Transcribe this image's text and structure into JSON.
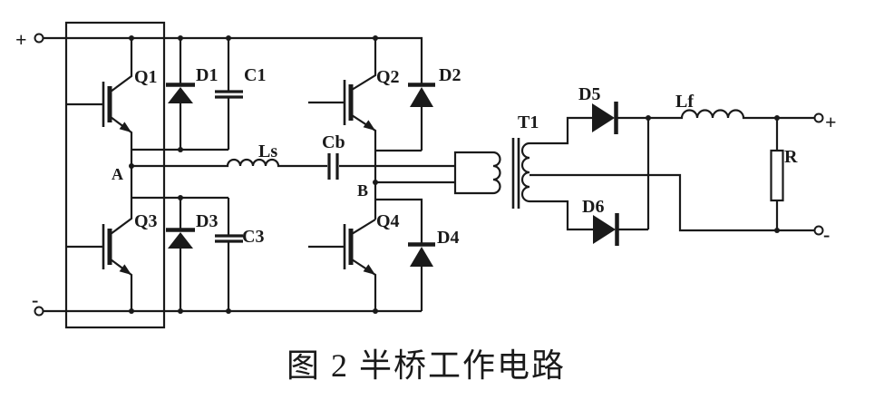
{
  "figure": {
    "type": "circuit-diagram",
    "caption": "图 2  半桥工作电路",
    "colors": {
      "line": "#1a1a1a",
      "background": "#ffffff"
    },
    "terminals": {
      "input_positive": "+",
      "input_negative": "-",
      "output_positive": "+",
      "output_negative": "-"
    },
    "nodes": {
      "A": "A",
      "B": "B"
    },
    "components": {
      "Q1": "Q1",
      "Q2": "Q2",
      "Q3": "Q3",
      "Q4": "Q4",
      "D1": "D1",
      "D2": "D2",
      "D3": "D3",
      "D4": "D4",
      "D5": "D5",
      "D6": "D6",
      "C1": "C1",
      "C3": "C3",
      "Cb": "Cb",
      "Ls": "Ls",
      "Lf": "Lf",
      "T1": "T1",
      "R": "R"
    }
  }
}
